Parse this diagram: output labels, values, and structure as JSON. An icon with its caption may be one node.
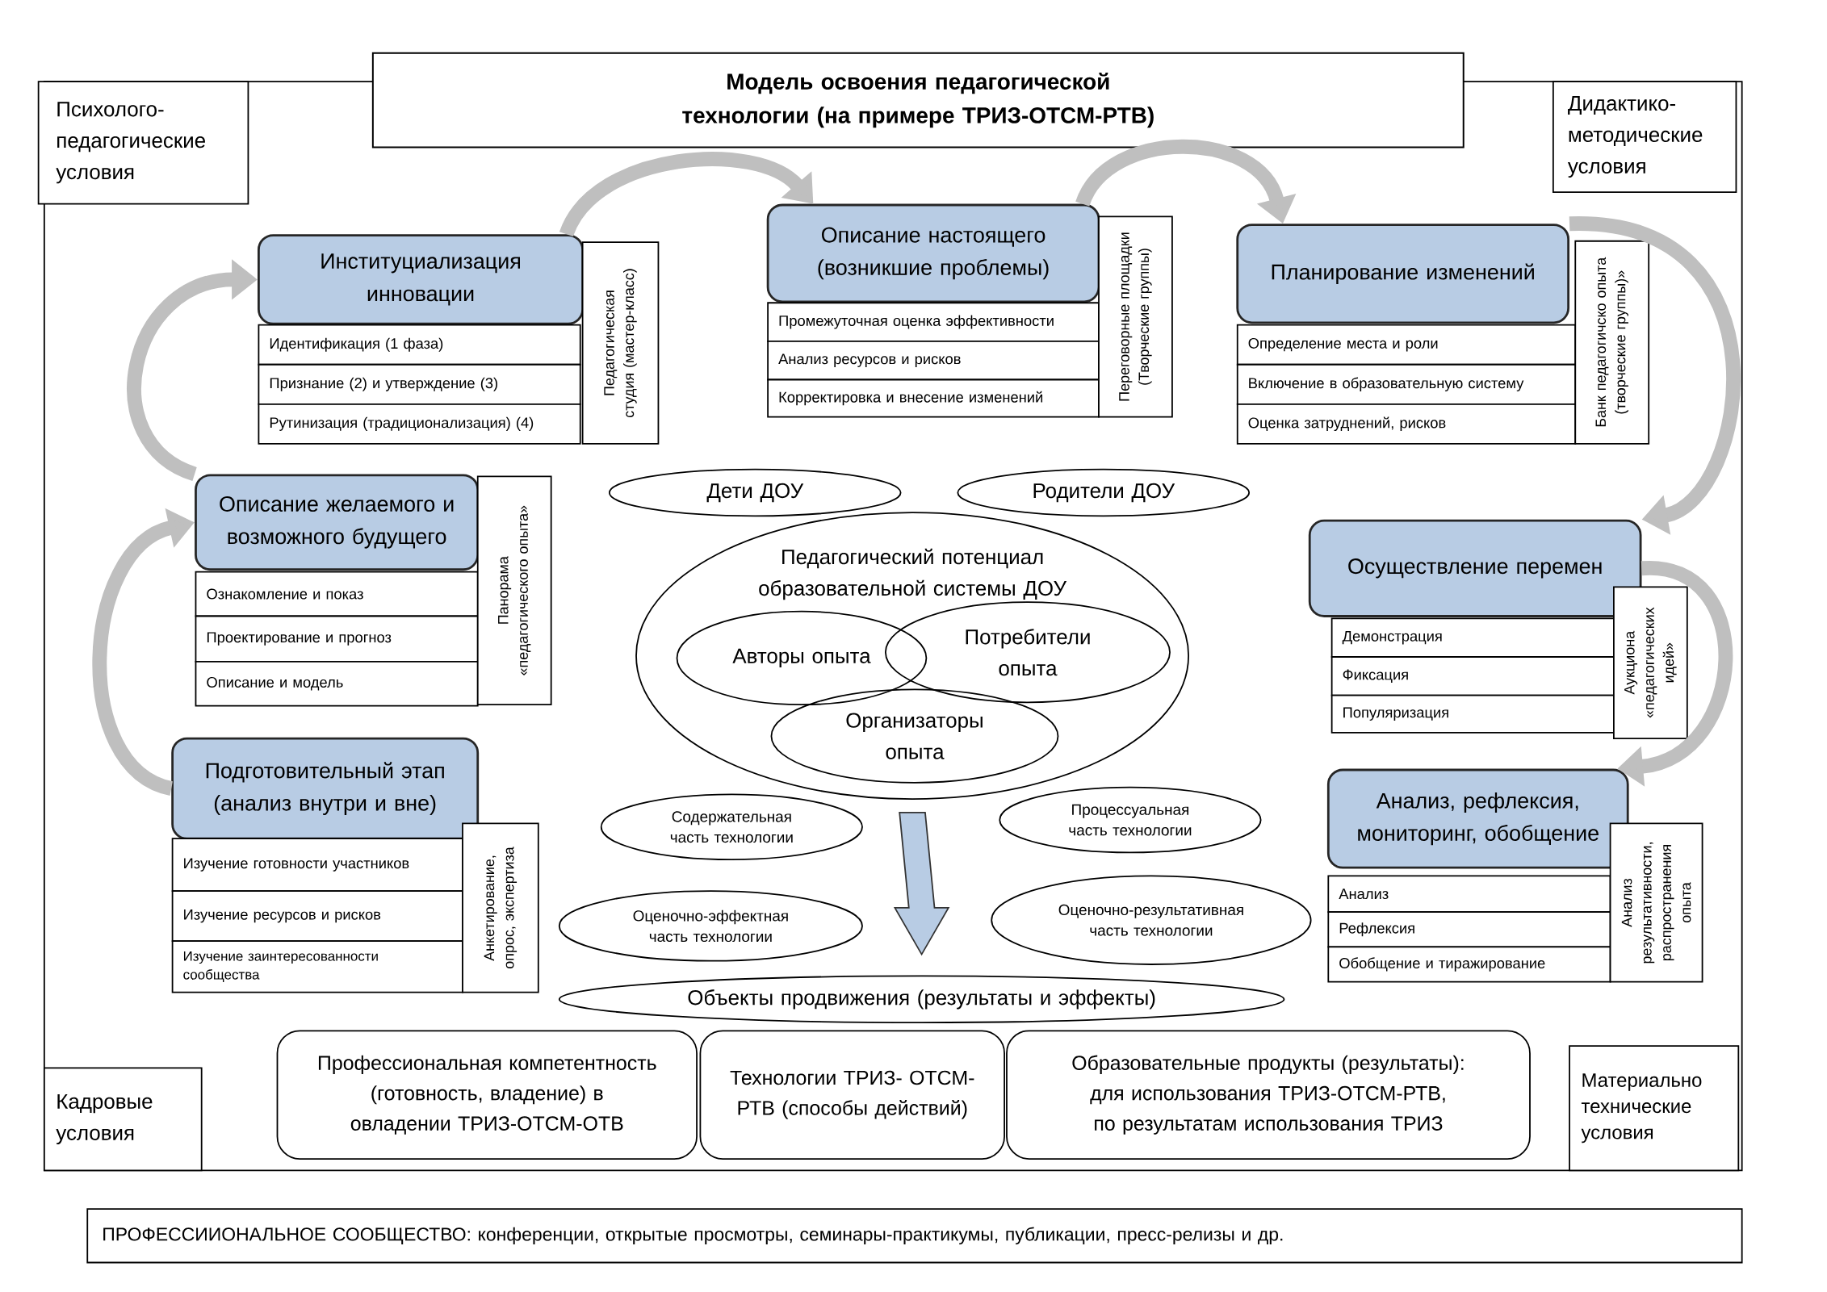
{
  "diagram": {
    "title": "Модель освоения педагогической технологии (на примере ТРИЗ-ОТСМ-РТВ)",
    "nodes": [
      {
        "text": [
          "Психолого-педагогические условия"
        ]
      },
      {
        "text": [
          "Дидактико-методические условия"
        ]
      },
      {
        "text": [
          "Институциализация инновации"
        ]
      },
      {
        "text": [
          "Идентификация (1 фаза)"
        ]
      },
      {
        "text": [
          "Признание (2) и утверждение (3)"
        ]
      },
      {
        "text": [
          "Рутинизация (традиционализация) (4)"
        ]
      },
      {
        "text": [
          "Педагогическая студия (мастер-класс)"
        ]
      },
      {
        "text": [
          "Описание настоящего (возникшие проблемы)"
        ]
      },
      {
        "text": [
          "Промежуточная оценка эффективности"
        ]
      },
      {
        "text": [
          "Анализ ресурсов и рисков"
        ]
      },
      {
        "text": [
          "Корректировка и внесение изменений"
        ]
      },
      {
        "text": [
          "Переговорные площадки (Творческие группы)"
        ]
      },
      {
        "text": [
          "Планирование изменений"
        ]
      },
      {
        "text": [
          "Определение места и роли"
        ]
      },
      {
        "text": [
          "Включение в образовательную систему"
        ]
      },
      {
        "text": [
          "Оценка затруднений, рисков"
        ]
      },
      {
        "text": [
          "Банк педагогичско опыта (творческие группы)»"
        ]
      },
      {
        "text": [
          "Описание желаемого и возможного будущего"
        ]
      },
      {
        "text": [
          "Ознакомление и показ"
        ]
      },
      {
        "text": [
          "Проектирование и прогноз"
        ]
      },
      {
        "text": [
          "Описание и модель"
        ]
      },
      {
        "text": [
          "Панорама «педагогического опыта»"
        ]
      },
      {
        "text": [
          "Осуществление перемен"
        ]
      },
      {
        "text": [
          "Демонстрация"
        ]
      },
      {
        "text": [
          "Фиксация"
        ]
      },
      {
        "text": [
          "Популяризация"
        ]
      },
      {
        "text": [
          "Аукциона «педагогических идей»"
        ]
      },
      {
        "text": [
          "Подготовительный этап (анализ внутри и вне)"
        ]
      },
      {
        "text": [
          "Изучение готовности участников"
        ]
      },
      {
        "text": [
          "Изучение ресурсов и рисков"
        ]
      },
      {
        "text": [
          "Изучение заинтересованности сообщества"
        ]
      },
      {
        "text": [
          "Анкетирование, опрос, экспертиза"
        ]
      },
      {
        "text": [
          "Анализ, рефлексия, мониторинг, обобщение"
        ]
      },
      {
        "text": [
          "Анализ"
        ]
      },
      {
        "text": [
          "Рефлексия"
        ]
      },
      {
        "text": [
          "Обобщение и тиражирование"
        ]
      },
      {
        "text": [
          "Анализ результативности, распространения опыта"
        ]
      },
      {
        "text": [
          "Дети ДОУ"
        ]
      },
      {
        "text": [
          "Родители ДОУ"
        ]
      },
      {
        "text": [
          "Педагогический потенциал образовательной системы ДОУ"
        ]
      },
      {
        "text": [
          "Авторы опыта"
        ],
        "in": 39
      },
      {
        "text": [
          "Потребители опыта"
        ],
        "in": 39
      },
      {
        "text": [
          "Организаторы опыта"
        ],
        "in": 39
      },
      {
        "text": [
          "Содержательная часть технологии"
        ]
      },
      {
        "text": [
          "Процессуальная часть технологии"
        ]
      },
      {
        "text": [
          "Оценочно-эффектная часть технологии"
        ]
      },
      {
        "text": [
          "Оценочно-результативная часть технологии"
        ]
      },
      {
        "text": [
          "Объекты продвижения (результаты и эффекты)"
        ]
      },
      {
        "text": [
          "Профессиональная компетентность (готовность, владение) в овладении ТРИЗ-ОТСМ-ОТВ"
        ]
      },
      {
        "text": [
          "Технологии ТРИЗ- ОТСМ-РТВ (способы действий)"
        ]
      },
      {
        "text": [
          "Образовательные продукты (результаты): для использования ТРИЗ-ОТСМ-РТВ, по результатам использования ТРИЗ"
        ]
      },
      {
        "text": [
          "Кадровые условия"
        ]
      },
      {
        "text": [
          "Материально технические условия"
        ]
      },
      {
        "text": [
          "ПРОФЕССИИОНАЛЬНОЕ СООБЩЕСТВО: конференции, открытые просмотры, семинары-практикумы, публикации, пресс-релизы и др."
        ]
      }
    ],
    "edges": [
      {
        "from": 27,
        "to": 17,
        "arrow": "to"
      },
      {
        "from": 17,
        "to": 2,
        "arrow": "to"
      },
      {
        "from": 2,
        "to": 7,
        "arrow": "to"
      },
      {
        "from": 7,
        "to": 12,
        "arrow": "to"
      },
      {
        "from": 12,
        "to": 22,
        "arrow": "to"
      },
      {
        "from": 22,
        "to": 32,
        "arrow": "to"
      },
      {
        "from": 39,
        "to": 47,
        "arrow": "to",
        "style": "thick",
        "color": "#b8cce4"
      }
    ]
  }
}
